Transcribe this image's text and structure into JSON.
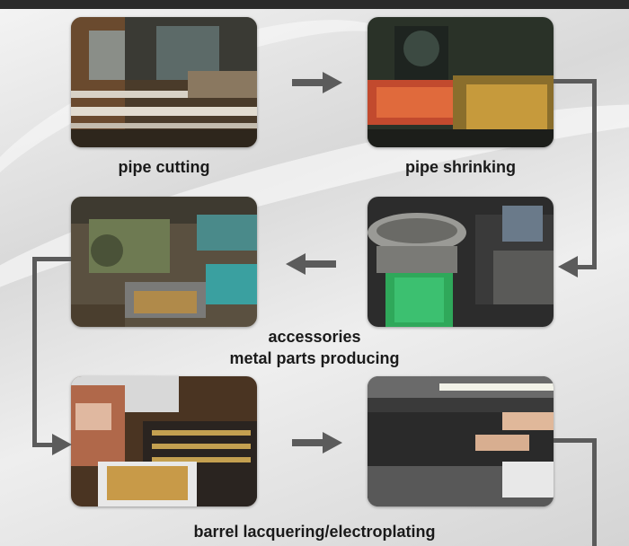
{
  "steps": [
    {
      "id": "pipe-cutting",
      "caption": "pipe cutting"
    },
    {
      "id": "pipe-shrinking",
      "caption": "pipe shrinking"
    },
    {
      "id": "accessories",
      "caption_line1": "accessories",
      "caption_line2": "metal parts producing"
    },
    {
      "id": "barrel-lacquering",
      "caption": "barrel lacquering/electroplating"
    }
  ],
  "colors": {
    "arrow": "#5b5b5b",
    "caption": "#1a1a1a"
  }
}
